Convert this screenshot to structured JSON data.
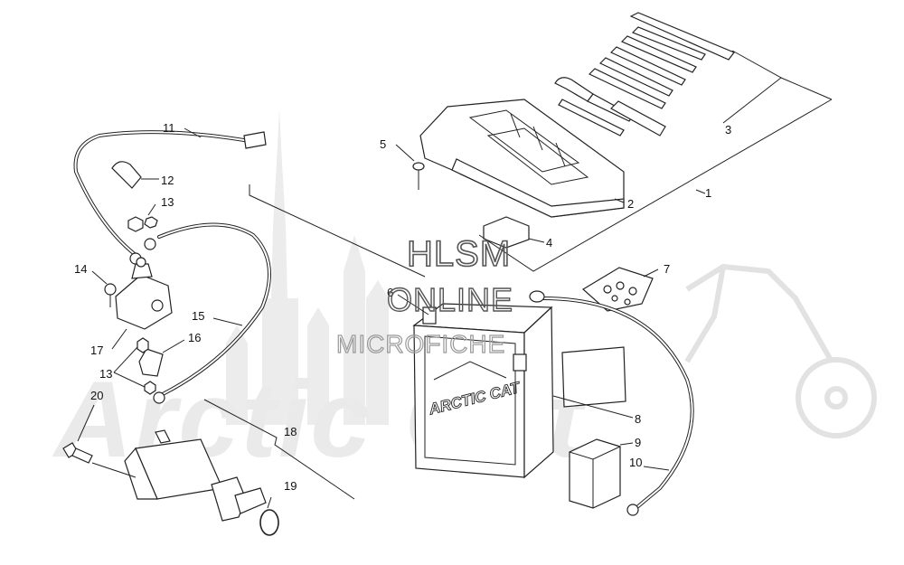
{
  "watermark": {
    "line1": "HLSM",
    "line2": "ONLINE",
    "line3": "MICROFICHE",
    "brand_mark": "Arctic Cat"
  },
  "battery": {
    "brand_text": "ARCTIC CAT"
  },
  "callouts": [
    {
      "id": "1",
      "text": "1"
    },
    {
      "id": "2",
      "text": "2"
    },
    {
      "id": "3",
      "text": "3"
    },
    {
      "id": "4",
      "text": "4"
    },
    {
      "id": "5",
      "text": "5"
    },
    {
      "id": "6",
      "text": "6"
    },
    {
      "id": "7",
      "text": "7"
    },
    {
      "id": "8",
      "text": "8"
    },
    {
      "id": "9",
      "text": "9"
    },
    {
      "id": "10",
      "text": "10"
    },
    {
      "id": "11",
      "text": "11"
    },
    {
      "id": "12",
      "text": "12"
    },
    {
      "id": "13a",
      "text": "13"
    },
    {
      "id": "13b",
      "text": "13"
    },
    {
      "id": "14",
      "text": "14"
    },
    {
      "id": "15",
      "text": "15"
    },
    {
      "id": "16",
      "text": "16"
    },
    {
      "id": "17",
      "text": "17"
    },
    {
      "id": "18",
      "text": "18"
    },
    {
      "id": "19",
      "text": "19"
    },
    {
      "id": "20",
      "text": "20"
    }
  ]
}
